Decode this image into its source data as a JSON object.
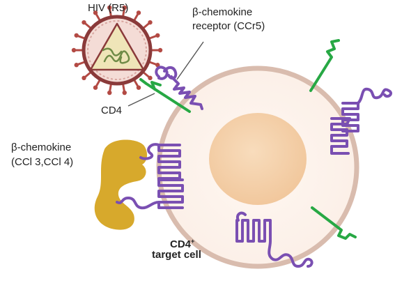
{
  "labels": {
    "hiv": "HIV (R5)",
    "receptor_line1": "β-chemokine",
    "receptor_line2": "receptor (CCr5)",
    "cd4": "CD4",
    "chemokine_line1": "β-chemokine",
    "chemokine_line2": "(CCl 3,CCl 4)",
    "cell_line1": "CD4",
    "cell_line1_sup": "+",
    "cell_line2": "target cell"
  },
  "colors": {
    "membrane": "#d9bcae",
    "cytoplasm": "#fbefe7",
    "nucleus": "#f1c79c",
    "ccr5_receptor": "#7a4fb2",
    "cd4_receptor": "#27a844",
    "chemokine": "#d7a92c",
    "virus_envelope": "#8a3a3a",
    "virus_spikes": "#b34a44",
    "virus_core": "#efe5b8",
    "leader_line": "#555555"
  }
}
